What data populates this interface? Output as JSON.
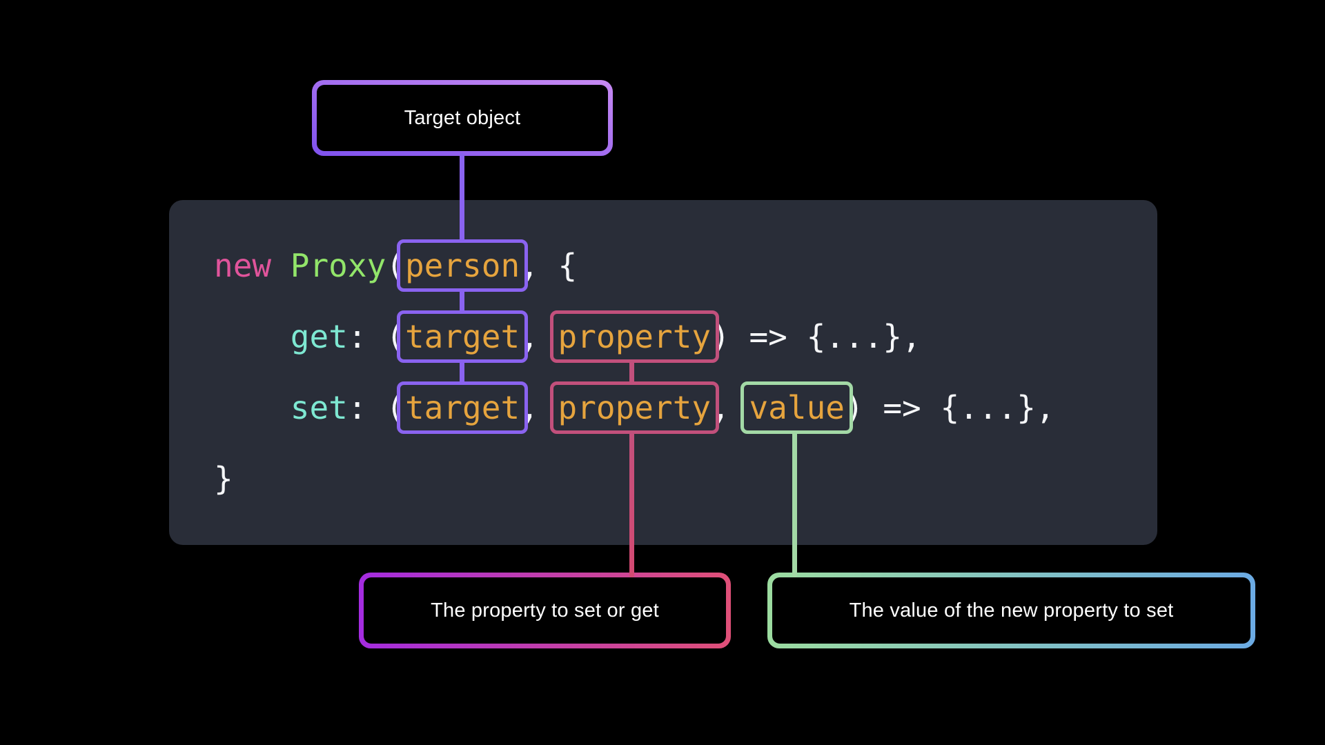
{
  "diagram_title": "JavaScript Proxy syntax diagram",
  "callouts": {
    "target_object": {
      "text": "Target object"
    },
    "property": {
      "text": "The property to set or get"
    },
    "value": {
      "text": "The value of the new property to set"
    }
  },
  "code": {
    "line1": {
      "kw": "new",
      "sp": " ",
      "fn": "Proxy",
      "p1": "(",
      "arg": "person",
      "rest": ", {"
    },
    "line2": {
      "indent": "    ",
      "method": "get",
      "p1": ": (",
      "arg1": "target",
      "c1": ", ",
      "arg2": "property",
      "rest": ") => {...},"
    },
    "line3": {
      "indent": "    ",
      "method": "set",
      "p1": ": (",
      "arg1": "target",
      "c1": ", ",
      "arg2": "property",
      "c2": ", ",
      "arg3": "value",
      "rest": ") => {...},"
    },
    "line4": {
      "brace": "}"
    }
  },
  "colors": {
    "bg": "#000000",
    "code-bg": "#292d38",
    "code-text": "#f5f6f8",
    "kw-pink": "#e0549b",
    "fn-green": "#92e56a",
    "method-teal": "#7ee8d2",
    "param-orange": "#e6a43e",
    "purple": "#8a63f0",
    "pink": "#c2507c",
    "mint": "#a3d9a6",
    "grad-purple-a": "#7f52ee",
    "grad-purple-b": "#c78af2",
    "grad-magenta-a": "#a42ce0",
    "grad-rose-b": "#e05078",
    "grad-green-a": "#9cdca0",
    "grad-blue-b": "#6cabe4"
  }
}
